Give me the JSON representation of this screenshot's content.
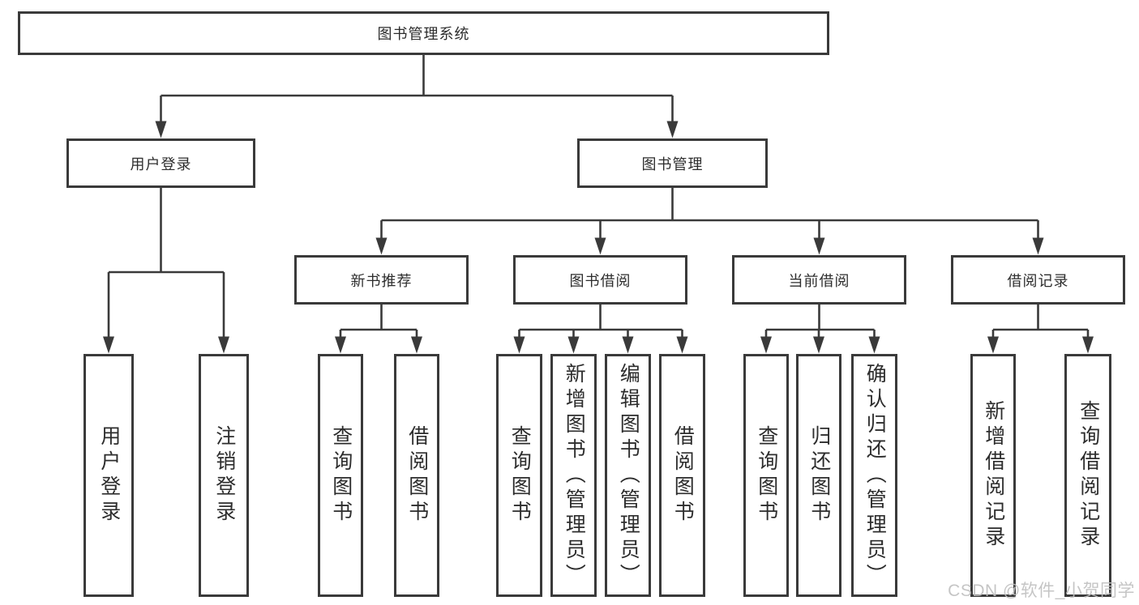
{
  "page": {
    "background": "#ffffff"
  },
  "colors": {
    "line": "#3a3a3a",
    "box_border": "#3a3a3a",
    "text": "#2d2d2d",
    "watermark": "#bfbfbf"
  },
  "watermark": {
    "text": "CSDN @软件_小贺同学"
  },
  "tree": {
    "root": {
      "label": "图书管理系统",
      "children": [
        {
          "label": "用户登录",
          "children": [
            {
              "label": "用户登录"
            },
            {
              "label": "注销登录"
            }
          ]
        },
        {
          "label": "图书管理",
          "children": [
            {
              "label": "新书推荐",
              "children": [
                {
                  "label": "查询图书"
                },
                {
                  "label": "借阅图书"
                }
              ]
            },
            {
              "label": "图书借阅",
              "children": [
                {
                  "label": "查询图书"
                },
                {
                  "label": "新增图书（管理员）"
                },
                {
                  "label": "编辑图书（管理员）"
                },
                {
                  "label": "借阅图书"
                }
              ]
            },
            {
              "label": "当前借阅",
              "children": [
                {
                  "label": "查询图书"
                },
                {
                  "label": "归还图书"
                },
                {
                  "label": "确认归还（管理员）"
                }
              ]
            },
            {
              "label": "借阅记录",
              "children": [
                {
                  "label": "新增借阅记录"
                },
                {
                  "label": "查询借阅记录"
                }
              ]
            }
          ]
        }
      ]
    }
  }
}
